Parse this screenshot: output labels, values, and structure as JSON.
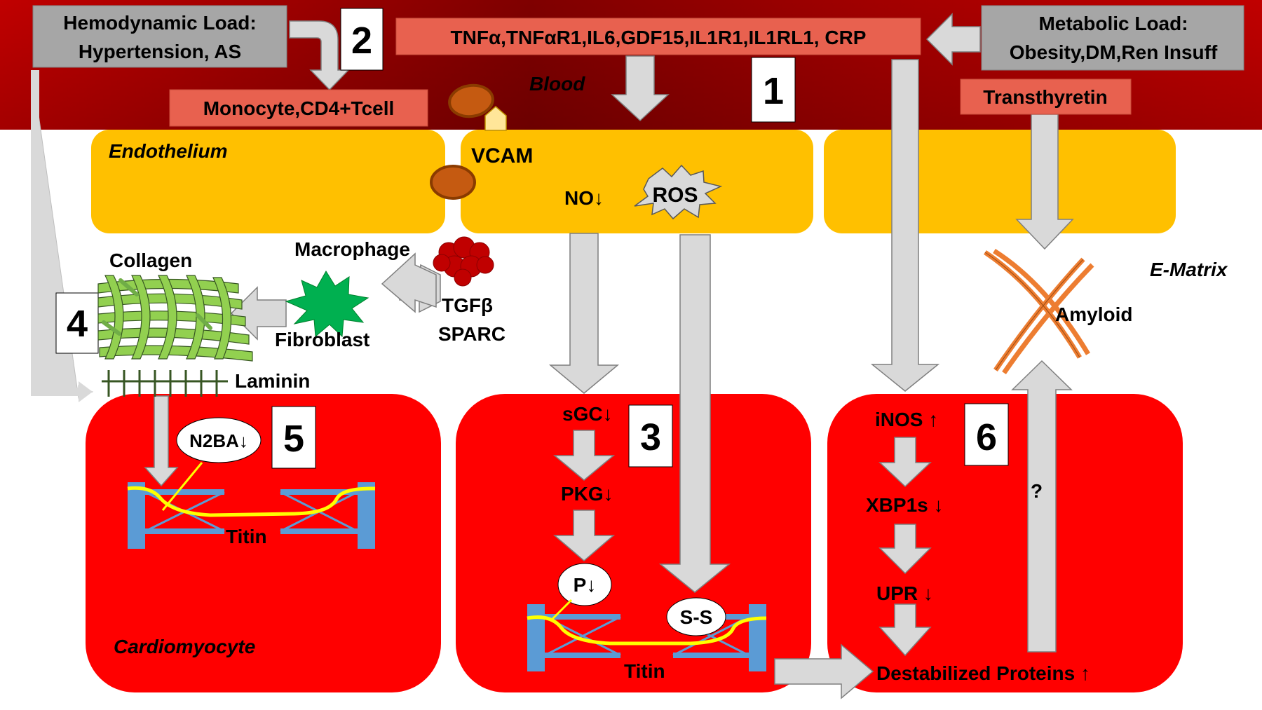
{
  "colors": {
    "blood_dark": "#7f0000",
    "blood_mid": "#c00000",
    "endothelium": "#ffc000",
    "cell_red": "#ff0000",
    "salmon_box": "#e8614f",
    "gray_box": "#a6a6a6",
    "arrow_fill": "#d9d9d9",
    "collagen_green": "#92d050",
    "fibroblast_green": "#00b050",
    "macrophage_red": "#c00000",
    "amyloid_orange": "#ed7d31",
    "titin_blue": "#5b9bd5",
    "titin_yellow": "#ffff00"
  },
  "load_boxes": {
    "hemodynamic_line1": "Hemodynamic Load:",
    "hemodynamic_line2": "Hypertension, AS",
    "metabolic_line1": "Metabolic Load:",
    "metabolic_line2": "Obesity,DM,Ren Insuff"
  },
  "blood": {
    "label": "Blood",
    "cytokines": "TNFα,TNFαR1,IL6,GDF15,IL1R1,IL1RL1, CRP",
    "monocyte_box": "Monocyte,CD4+Tcell",
    "transthyretin": "Transthyretin"
  },
  "numbers": {
    "n1": "1",
    "n2": "2",
    "n3": "3",
    "n4": "4",
    "n5": "5",
    "n6": "6"
  },
  "endothelium": {
    "label": "Endothelium",
    "vcam": "VCAM",
    "no": "NO↓",
    "ros": "ROS"
  },
  "matrix": {
    "label": "E-Matrix",
    "collagen": "Collagen",
    "macrophage": "Macrophage",
    "tgf": "TGFβ",
    "sparc": "SPARC",
    "fibroblast": "Fibroblast",
    "laminin": "Laminin",
    "amyloid": "Amyloid"
  },
  "cell1": {
    "n2ba": "N2BA↓",
    "titin": "Titin",
    "cardiomyocyte": "Cardiomyocyte"
  },
  "cell2": {
    "sgc": "sGC↓",
    "pkg": "PKG↓",
    "p": "P↓",
    "ss": "S-S",
    "titin": "Titin"
  },
  "cell3": {
    "inos": "iNOS ↑",
    "xbp1s": "XBP1s ↓",
    "upr": "UPR ↓",
    "destabilized": "Destabilized Proteins ↑",
    "question": "?"
  }
}
